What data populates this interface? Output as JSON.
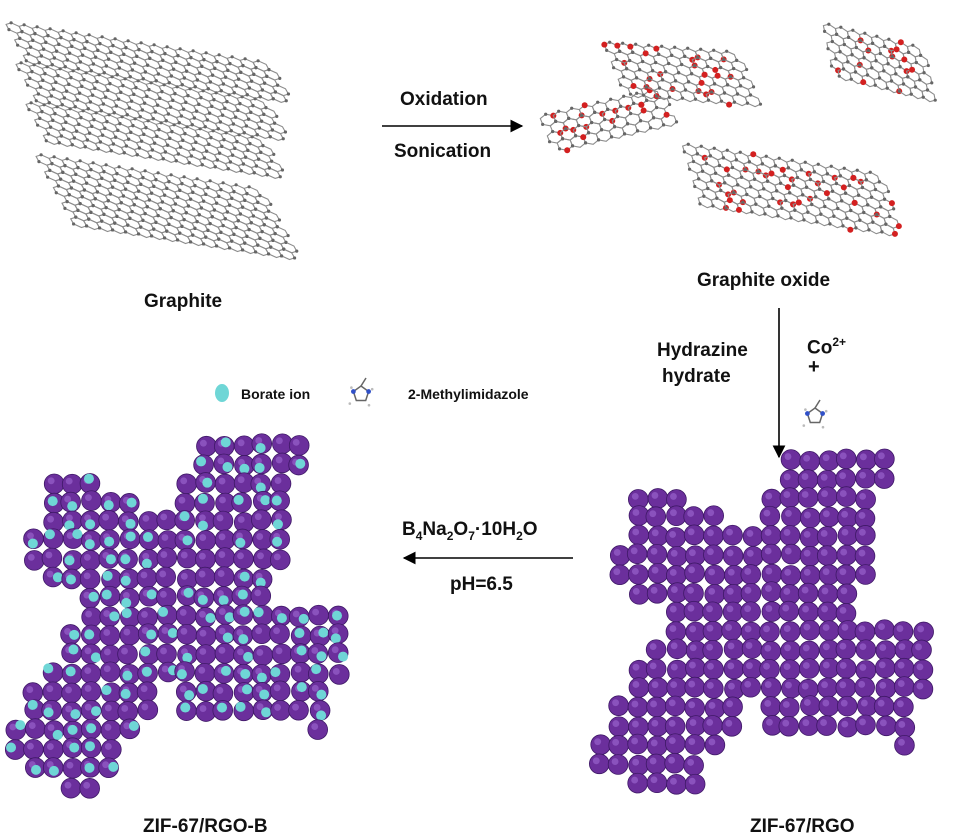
{
  "labels": {
    "graphite": "Graphite",
    "graphite_oxide": "Graphite oxide",
    "zif_rgo": "ZIF-67/RGO",
    "zif_rgo_b": "ZIF-67/RGO-B"
  },
  "steps": {
    "oxidation": "Oxidation",
    "sonication": "Sonication",
    "hydrazine_1": "Hydrazine",
    "hydrazine_2": "hydrate",
    "co_base": "Co",
    "co_charge": "2+",
    "plus": "+",
    "borax": {
      "b": "B",
      "b_sub": "4",
      "na": "Na",
      "na_sub": "2",
      "o": "O",
      "o_sub": "7",
      "mid": "·10H",
      "h_sub": "2",
      "end": "O"
    },
    "ph": "pH=6.5"
  },
  "legend": {
    "borate": "Borate ion",
    "imidazole": "2-Methylimidazole"
  },
  "colors": {
    "carbon": "#8c8c8c",
    "oxygen": "#d32020",
    "zif": "#6b2f9c",
    "zif_light": "#8a52bd",
    "borate": "#6fd6d6",
    "arrow": "#000000"
  }
}
